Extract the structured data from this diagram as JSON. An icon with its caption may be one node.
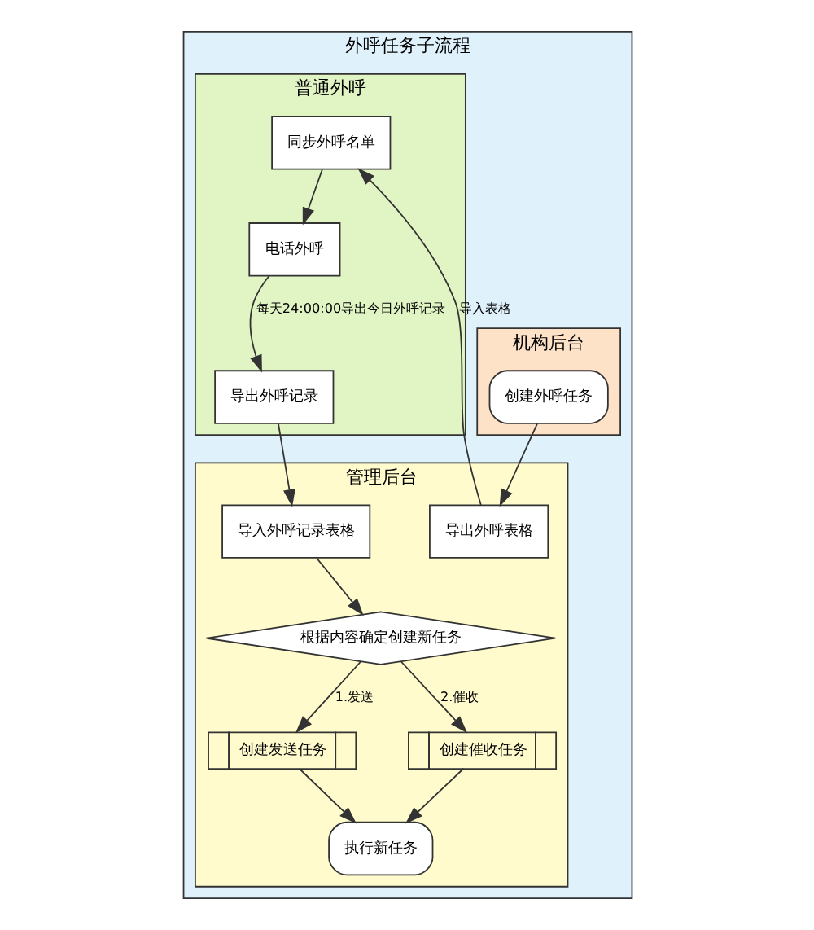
{
  "diagram": {
    "nodes": [
      {
        "text": [
          "外呼任务子流程"
        ]
      },
      {
        "text": [
          "机构后台"
        ],
        "in": 0
      },
      {
        "text": [
          "管理后台"
        ],
        "in": 0
      },
      {
        "text": [
          "普通外呼"
        ],
        "in": 0
      },
      {
        "text": [
          "创建外呼任务"
        ],
        "in": 1
      },
      {
        "text": [
          "导出外呼表格"
        ],
        "in": 2
      },
      {
        "text": [
          "同步外呼名单"
        ],
        "in": 3
      },
      {
        "text": [
          "电话外呼"
        ],
        "in": 3
      },
      {
        "text": [
          "导出外呼记录"
        ],
        "in": 3
      },
      {
        "text": [
          "导入外呼记录表格"
        ],
        "in": 2
      },
      {
        "text": [
          "根据内容确定创建新任务"
        ],
        "in": 2
      },
      {
        "text": [
          "创建发送任务"
        ],
        "in": 2
      },
      {
        "text": [
          "创建催收任务"
        ],
        "in": 2
      },
      {
        "text": [
          "执行新任务"
        ],
        "in": 2
      }
    ],
    "edges": [
      {
        "from": 4,
        "to": 5,
        "arrow": "to"
      },
      {
        "from": 5,
        "to": 6,
        "arrow": "to",
        "label": "导入表格"
      },
      {
        "from": 6,
        "to": 7,
        "arrow": "to"
      },
      {
        "from": 7,
        "to": 8,
        "arrow": "to",
        "label": "每天24:00:00导出今日外呼记录"
      },
      {
        "from": 8,
        "to": 9,
        "arrow": "to"
      },
      {
        "from": 9,
        "to": 10,
        "arrow": "to"
      },
      {
        "from": 10,
        "to": 11,
        "arrow": "to",
        "label": "1.发送"
      },
      {
        "from": 10,
        "to": 12,
        "arrow": "to",
        "label": "2.催收"
      },
      {
        "from": 11,
        "to": 13,
        "arrow": "to"
      },
      {
        "from": 12,
        "to": 13,
        "arrow": "to"
      }
    ]
  }
}
